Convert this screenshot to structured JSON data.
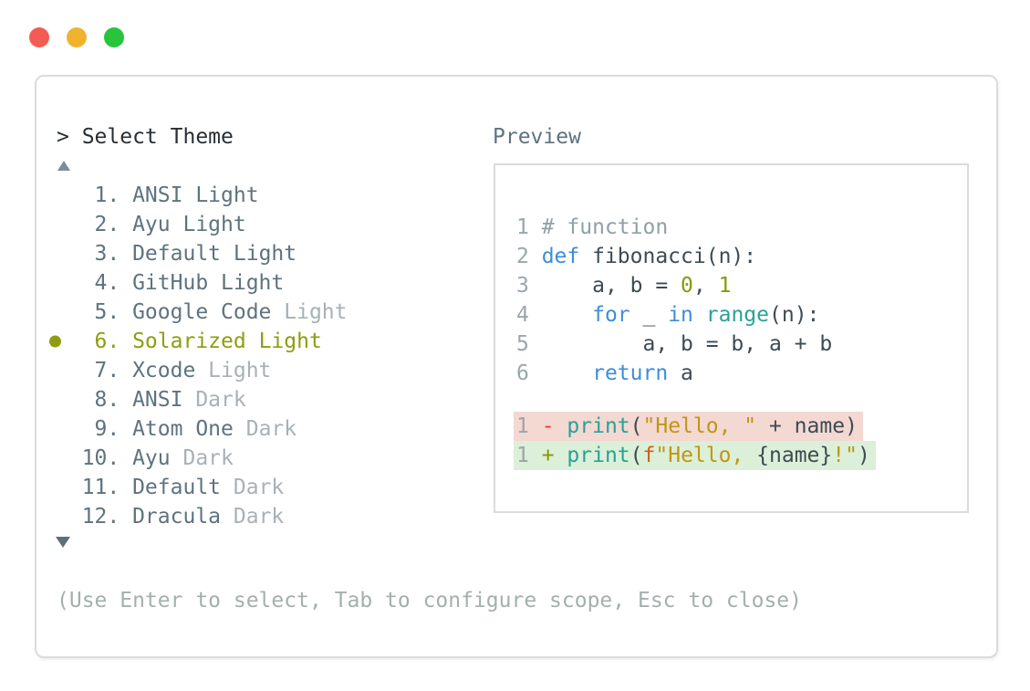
{
  "window": {
    "traffic_lights": [
      {
        "name": "close",
        "color": "#f25c55"
      },
      {
        "name": "minimize",
        "color": "#f0b32e"
      },
      {
        "name": "zoom",
        "color": "#28c53c"
      }
    ]
  },
  "prompt": {
    "text": "> Select Theme"
  },
  "theme_list": {
    "scroll_up_indicator": "up-triangle",
    "scroll_down_indicator": "down-triangle",
    "selected_number": "6",
    "items": [
      {
        "number": "1",
        "name": "ANSI",
        "variant": "Light",
        "variant_muted": false,
        "selected": false
      },
      {
        "number": "2",
        "name": "Ayu",
        "variant": "Light",
        "variant_muted": false,
        "selected": false
      },
      {
        "number": "3",
        "name": "Default",
        "variant": "Light",
        "variant_muted": false,
        "selected": false
      },
      {
        "number": "4",
        "name": "GitHub",
        "variant": "Light",
        "variant_muted": false,
        "selected": false
      },
      {
        "number": "5",
        "name": "Google Code",
        "variant": "Light",
        "variant_muted": true,
        "selected": false
      },
      {
        "number": "6",
        "name": "Solarized",
        "variant": "Light",
        "variant_muted": false,
        "selected": true
      },
      {
        "number": "7",
        "name": "Xcode",
        "variant": "Light",
        "variant_muted": true,
        "selected": false
      },
      {
        "number": "8",
        "name": "ANSI",
        "variant": "Dark",
        "variant_muted": true,
        "selected": false
      },
      {
        "number": "9",
        "name": "Atom One",
        "variant": "Dark",
        "variant_muted": true,
        "selected": false
      },
      {
        "number": "10",
        "name": "Ayu",
        "variant": "Dark",
        "variant_muted": true,
        "selected": false
      },
      {
        "number": "11",
        "name": "Default",
        "variant": "Dark",
        "variant_muted": true,
        "selected": false
      },
      {
        "number": "12",
        "name": "Dracula",
        "variant": "Dark",
        "variant_muted": true,
        "selected": false
      }
    ]
  },
  "preview": {
    "label": "Preview",
    "code_lines": [
      {
        "num": "1",
        "tokens": [
          {
            "t": "# function",
            "s": "comment"
          }
        ]
      },
      {
        "num": "2",
        "tokens": [
          {
            "t": "def",
            "s": "keyword"
          },
          {
            "t": " fibonacci(n):",
            "s": "plain"
          }
        ]
      },
      {
        "num": "3",
        "tokens": [
          {
            "t": "    a, b = ",
            "s": "plain"
          },
          {
            "t": "0",
            "s": "number"
          },
          {
            "t": ", ",
            "s": "plain"
          },
          {
            "t": "1",
            "s": "number"
          }
        ]
      },
      {
        "num": "4",
        "tokens": [
          {
            "t": "    ",
            "s": "plain"
          },
          {
            "t": "for",
            "s": "keyword"
          },
          {
            "t": " _ ",
            "s": "plain"
          },
          {
            "t": "in",
            "s": "keyword"
          },
          {
            "t": " ",
            "s": "plain"
          },
          {
            "t": "range",
            "s": "function"
          },
          {
            "t": "(n):",
            "s": "plain"
          }
        ]
      },
      {
        "num": "5",
        "tokens": [
          {
            "t": "        a, b = b, a + b",
            "s": "plain"
          }
        ]
      },
      {
        "num": "6",
        "tokens": [
          {
            "t": "    ",
            "s": "plain"
          },
          {
            "t": "return",
            "s": "keyword"
          },
          {
            "t": " a",
            "s": "plain"
          }
        ]
      },
      {
        "spacer": true
      },
      {
        "num": "1",
        "diff": "removed",
        "tokens": [
          {
            "t": "- ",
            "s": "diff-minus"
          },
          {
            "t": "print",
            "s": "function"
          },
          {
            "t": "(",
            "s": "plain"
          },
          {
            "t": "\"Hello, \"",
            "s": "string"
          },
          {
            "t": " + name)",
            "s": "plain"
          }
        ]
      },
      {
        "num": "1",
        "diff": "added",
        "tokens": [
          {
            "t": "+ ",
            "s": "diff-plus"
          },
          {
            "t": "print",
            "s": "function"
          },
          {
            "t": "(",
            "s": "plain"
          },
          {
            "t": "f",
            "s": "string-prefix"
          },
          {
            "t": "\"Hello, ",
            "s": "string"
          },
          {
            "t": "{name}",
            "s": "plain"
          },
          {
            "t": "!\"",
            "s": "string"
          },
          {
            "t": ")",
            "s": "plain"
          }
        ]
      }
    ]
  },
  "hint": {
    "text": "(Use Enter to select, Tab to configure scope, Esc to close)"
  },
  "colors": {
    "selection_olive": "#8e9d10",
    "list_text": "#5e737e",
    "list_muted": "#a7b1b6",
    "hint_text": "#a3b0ad",
    "diff_removed_bg": "#f4d8d2",
    "diff_added_bg": "#dcefd8",
    "keyword_blue": "#3e8ddb",
    "function_teal": "#2aa198",
    "string_gold": "#bf9713",
    "number_olive": "#849a06",
    "prefix_orange": "#cb6316",
    "minus_red": "#e8392e",
    "window_border": "#d9dcde"
  }
}
